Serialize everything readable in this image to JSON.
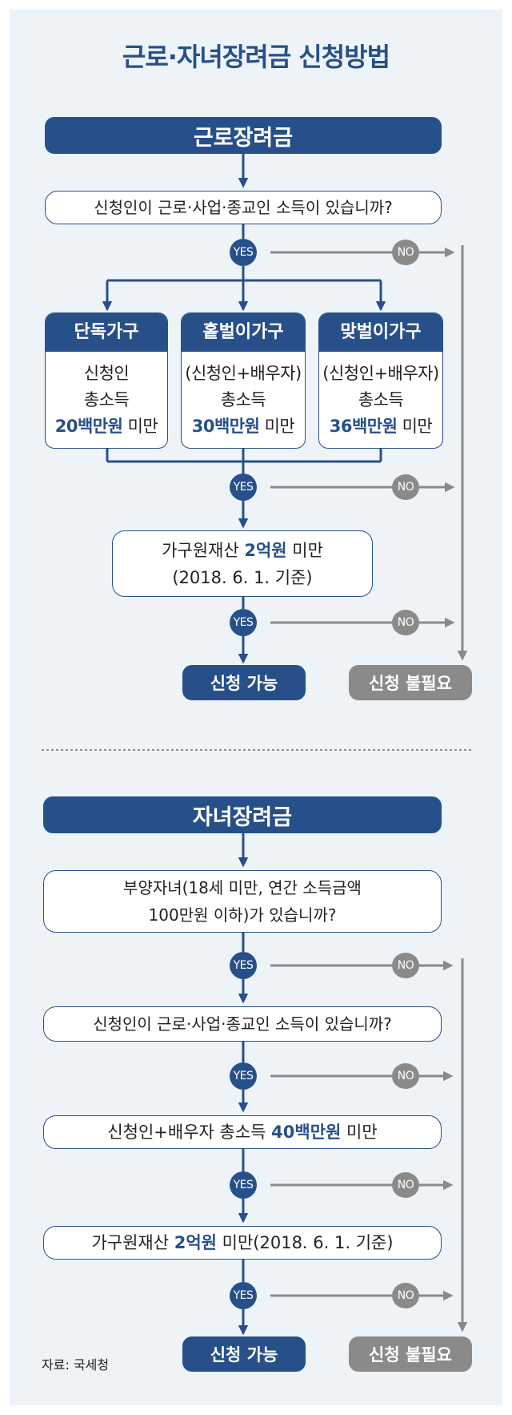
{
  "title": "근로·자녀장려금 신청방법",
  "labels": {
    "yes": "YES",
    "no": "NO"
  },
  "colors": {
    "primary": "#27508a",
    "gray": "#8a8a8a",
    "background": "#eef3f8"
  },
  "earned": {
    "header": "근로장려금",
    "q_income": "신청인이 근로·사업·종교인 소득이 있습니까?",
    "households": [
      {
        "name": "단독가구",
        "line1": "신청인",
        "line2": "총소득",
        "amount": "20백만원",
        "suffix": " 미만"
      },
      {
        "name": "홑벌이가구",
        "line1": "(신청인+배우자)",
        "line2": "총소득",
        "amount": "30백만원",
        "suffix": " 미만"
      },
      {
        "name": "맞벌이가구",
        "line1": "(신청인+배우자)",
        "line2": "총소득",
        "amount": "36백만원",
        "suffix": " 미만"
      }
    ],
    "asset_prefix": "가구원재산 ",
    "asset_amount": "2억원",
    "asset_suffix": " 미만",
    "asset_date": "(2018. 6. 1. 기준)",
    "result_ok": "신청 가능",
    "result_ng": "신청 불필요"
  },
  "child": {
    "header": "자녀장려금",
    "q_child_line1": "부양자녀(18세 미만, 연간 소득금액",
    "q_child_line2": "100만원 이하)가 있습니까?",
    "q_income": "신청인이 근로·사업·종교인 소득이 있습니까?",
    "income_prefix": "신청인+배우자 총소득 ",
    "income_amount": "40백만원",
    "income_suffix": " 미만",
    "asset_prefix": "가구원재산 ",
    "asset_amount": "2억원",
    "asset_suffix": " 미만(2018. 6. 1. 기준)",
    "result_ok": "신청 가능",
    "result_ng": "신청 불필요"
  },
  "source": "자료: 국세청"
}
